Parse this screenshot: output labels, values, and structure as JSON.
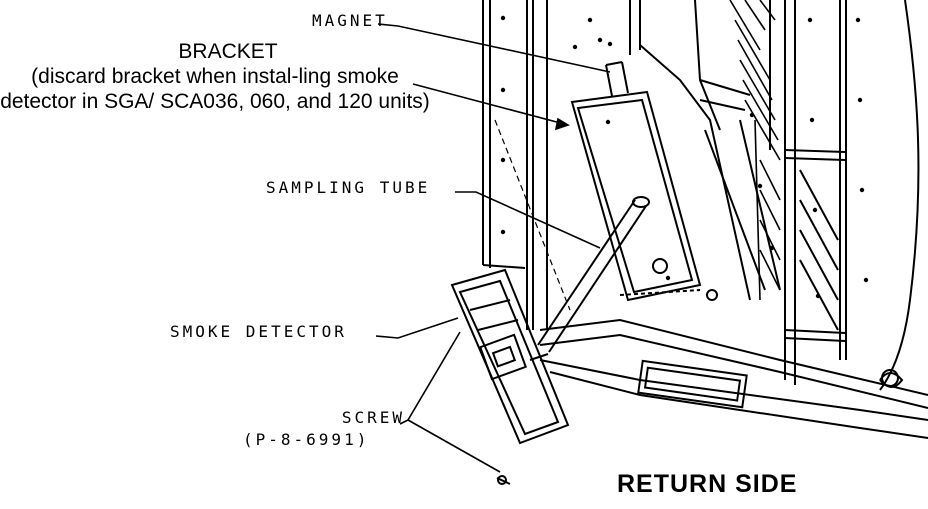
{
  "labels": {
    "magnet": "MAGNET",
    "bracket": "BRACKET",
    "bracket_note": "(discard bracket when instal-ling smoke detector in SGA/ SCA036, 060, and 120 units)",
    "sampling_tube": "SAMPLING TUBE",
    "smoke_detector": "SMOKE DETECTOR",
    "screw": "SCREW",
    "screw_part": "(P-8-6991)",
    "return_side": "RETURN SIDE"
  },
  "colors": {
    "line": "#000000",
    "background": "#ffffff"
  }
}
